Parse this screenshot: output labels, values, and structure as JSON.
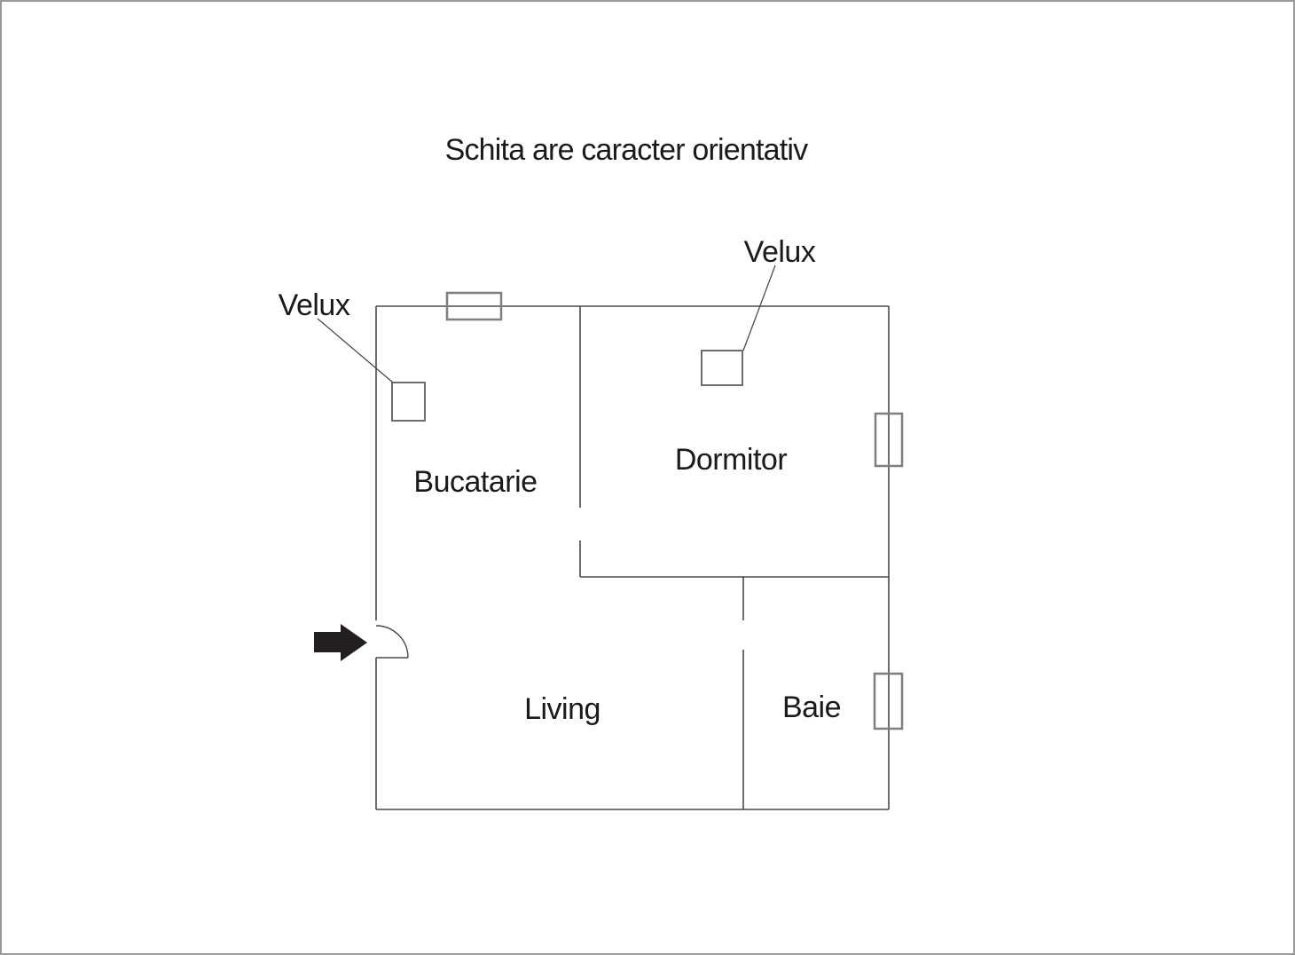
{
  "title": "Schita are caracter orientativ",
  "floor_plan": {
    "rooms": [
      {
        "name": "Bucatarie"
      },
      {
        "name": "Dormitor"
      },
      {
        "name": "Living"
      },
      {
        "name": "Baie"
      }
    ],
    "skylights": [
      {
        "label": "Velux"
      },
      {
        "label": "Velux"
      }
    ],
    "window_count": 3,
    "entrance_side": "left"
  },
  "colors": {
    "wall": "#4a4a4a",
    "window_frame": "#7f7f7f",
    "text": "#1a1a1a",
    "entrance_arrow": "#231f20",
    "page_border": "#999999",
    "background": "#ffffff"
  }
}
